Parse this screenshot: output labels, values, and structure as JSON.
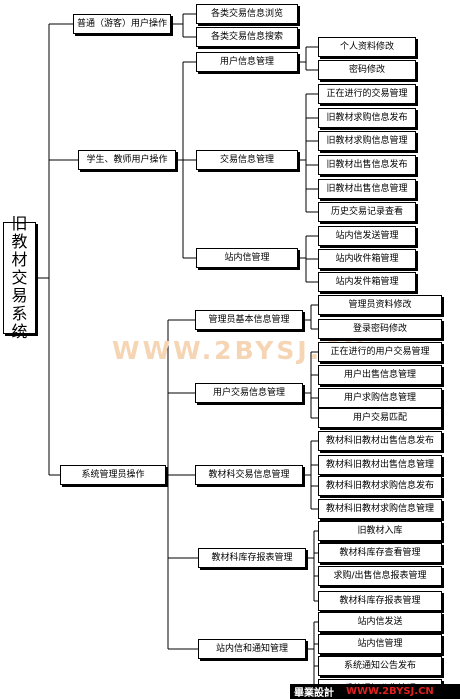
{
  "root": {
    "label": "旧教材交易系统"
  },
  "watermark": "WWW.2BYSJ.CN",
  "footer": {
    "left": "畢業設計",
    "right": "WWW.2BYSJ.CN"
  },
  "groups": [
    {
      "label": "普通（游客）用户操作",
      "children": [
        {
          "label": "各类交易信息浏览",
          "children": []
        },
        {
          "label": "各类交易信息搜索",
          "children": []
        }
      ]
    },
    {
      "label": "学生、教师用户操作",
      "children": [
        {
          "label": "用户信息管理",
          "children": [
            "个人资料修改",
            "密码修改"
          ]
        },
        {
          "label": "交易信息管理",
          "children": [
            "正在进行的交易管理",
            "旧教材求购信息发布",
            "旧教材求购信息管理",
            "旧教材出售信息发布",
            "旧教材出售信息管理",
            "历史交易记录查看"
          ]
        },
        {
          "label": "站内信管理",
          "children": [
            "站内信发送管理",
            "站内收件箱管理",
            "站内发件箱管理"
          ]
        }
      ]
    },
    {
      "label": "系统管理员操作",
      "children": [
        {
          "label": "管理员基本信息管理",
          "children": [
            "管理员资料修改",
            "登录密码修改"
          ]
        },
        {
          "label": "用户交易信息管理",
          "children": [
            "正在进行的用户交易管理",
            "用户出售信息管理",
            "用户求购信息管理",
            "用户交易匹配"
          ]
        },
        {
          "label": "教材科交易信息管理",
          "children": [
            "教材科旧教材出售信息发布",
            "教材科旧教材出售信息管理",
            "教材科旧教材求购信息发布",
            "教材科旧教材求购信息管理"
          ]
        },
        {
          "label": "教材科库存报表管理",
          "children": [
            "旧教材入库",
            "教材科库存查看管理",
            "求购/出售信息报表管理",
            "教材科库存报表管理"
          ]
        },
        {
          "label": "站内信和通知管理",
          "children": [
            "站内信发送",
            "站内信管理",
            "系统通知公告发布",
            "系统通知公告管理"
          ]
        }
      ]
    }
  ]
}
